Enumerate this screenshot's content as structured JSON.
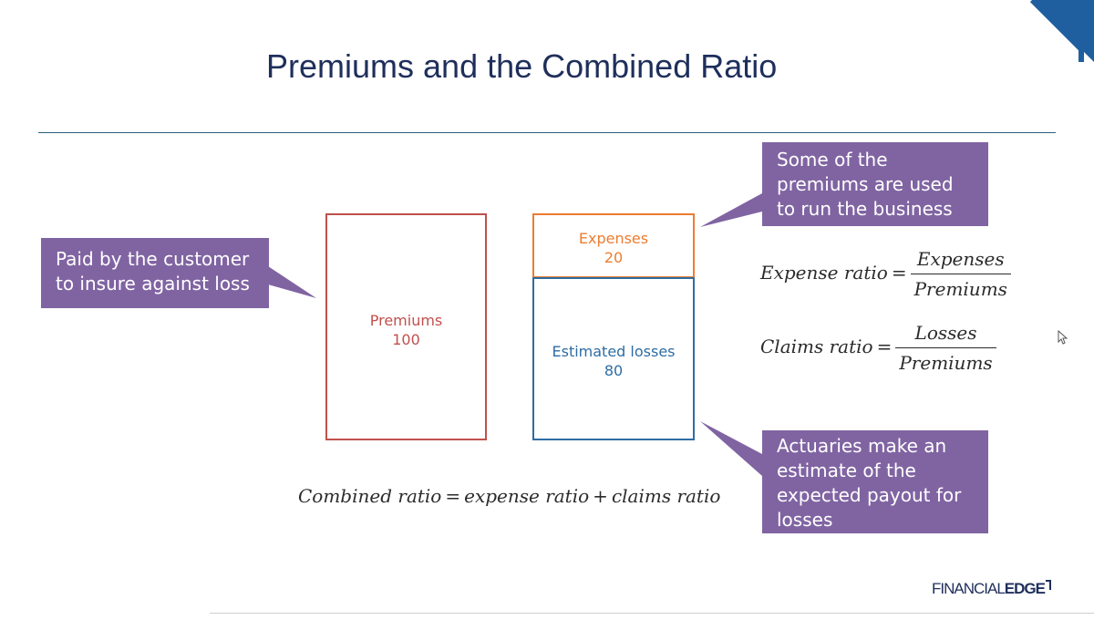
{
  "slide": {
    "title": "Premiums and the Combined Ratio"
  },
  "boxes": {
    "premiums": {
      "label": "Premiums",
      "value": "100"
    },
    "expenses": {
      "label": "Expenses",
      "value": "20"
    },
    "losses": {
      "label": "Estimated losses",
      "value": "80"
    }
  },
  "callouts": {
    "left": [
      "Paid by the customer",
      "to insure against loss"
    ],
    "top": [
      "Some of the",
      "premiums are used",
      "to run the business"
    ],
    "bottom": [
      "Actuaries make an",
      "estimate of the",
      "expected payout for",
      "losses"
    ]
  },
  "formulas": {
    "expense_ratio": {
      "lhs": "Expense ratio",
      "eq": "=",
      "numerator": "Expenses",
      "denominator": "Premiums"
    },
    "claims_ratio": {
      "lhs": "Claims ratio",
      "eq": "=",
      "numerator": "Losses",
      "denominator": "Premiums"
    },
    "combined_ratio": {
      "lhs": "Combined ratio",
      "eq": "=",
      "term1": "expense ratio",
      "plus": "+",
      "term2": "claims ratio"
    }
  },
  "logo": {
    "part1": "FINANCIAL",
    "part2": "EDGE"
  },
  "colors": {
    "title": "#1f2f5c",
    "premiums": "#c0504d",
    "expenses": "#ed7d31",
    "losses": "#2e6da4",
    "callout": "#8064a2",
    "corner": "#1f5fa0"
  }
}
